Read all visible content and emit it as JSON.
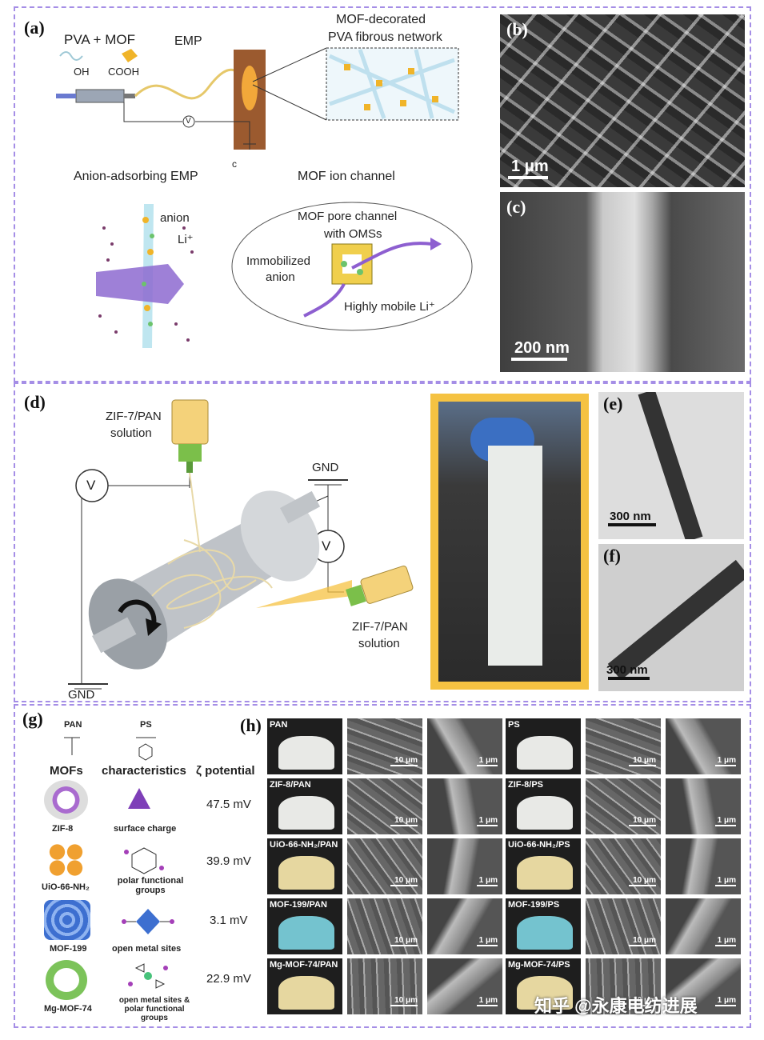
{
  "panel_a": {
    "label": "(a)",
    "pva_mof": "PVA + MOF",
    "oh": "OH",
    "cooh": "COOH",
    "emp": "EMP",
    "mof_decorated": "MOF-decorated",
    "pva_network": "PVA fibrous network",
    "c_mark": "c",
    "v_mark": "V",
    "anion_emp": "Anion-adsorbing EMP",
    "anion": "anion",
    "li": "Li⁺",
    "mof_ion_channel": "MOF ion channel",
    "pore_channel": "MOF pore channel",
    "with_omss": "with OMSs",
    "immobilized": "Immobilized",
    "anion2": "anion",
    "mobile_li": "Highly mobile Li⁺"
  },
  "panel_b": {
    "label": "(b)",
    "scale": "1 μm"
  },
  "panel_c": {
    "label": "(c)",
    "scale": "200 nm"
  },
  "panel_d": {
    "label": "(d)",
    "solution_top_1": "ZIF-7/PAN",
    "solution_top_2": "solution",
    "v1": "V",
    "v2": "V",
    "gnd_top": "GND",
    "gnd_bottom": "GND",
    "solution_bottom_1": "ZIF-7/PAN",
    "solution_bottom_2": "solution"
  },
  "panel_e": {
    "label": "(e)",
    "scale": "300 nm"
  },
  "panel_f": {
    "label": "(f)",
    "scale": "300 nm"
  },
  "panel_g": {
    "label": "(g)",
    "pan": "PAN",
    "ps": "PS",
    "headers": [
      "MOFs",
      "characteristics",
      "ζ potential"
    ],
    "rows": [
      {
        "mof": "ZIF-8",
        "char": "surface charge",
        "zeta": "47.5 mV"
      },
      {
        "mof": "UiO-66-NH₂",
        "char": "polar functional groups",
        "zeta": "39.9 mV"
      },
      {
        "mof": "MOF-199",
        "char": "open metal sites",
        "zeta": "3.1 mV"
      },
      {
        "mof": "Mg-MOF-74",
        "char": "open metal sites & polar functional groups",
        "zeta": "22.9 mV"
      }
    ]
  },
  "panel_h": {
    "label": "(h)",
    "left_labels": [
      "PAN",
      "ZIF-8/PAN",
      "UiO-66-NH₂/PAN",
      "MOF-199/PAN",
      "Mg-MOF-74/PAN"
    ],
    "right_labels": [
      "PS",
      "ZIF-8/PS",
      "UiO-66-NH₂/PS",
      "MOF-199/PS",
      "Mg-MOF-74/PS"
    ],
    "scale_big": "10 μm",
    "scale_small": "1 μm"
  },
  "watermark": "知乎 @永康电纺进展"
}
